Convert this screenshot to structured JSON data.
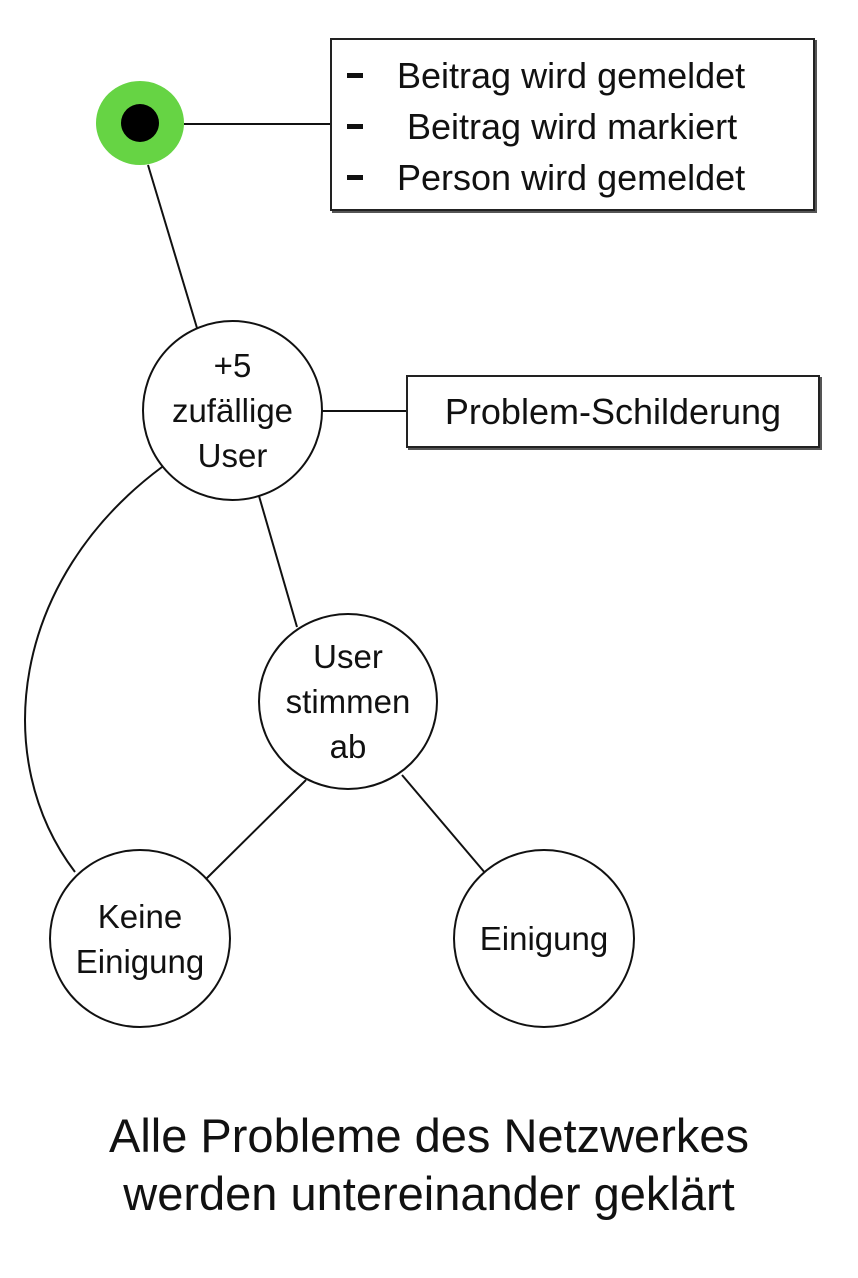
{
  "colors": {
    "start_ring": "#66d444",
    "start_dot": "#000000",
    "stroke": "#111111"
  },
  "start_node": {
    "icon": "start-marker-icon"
  },
  "triggers": [
    "Beitrag wird gemeldet",
    "Beitrag wird markiert",
    "Person wird gemeldet"
  ],
  "nodes": {
    "random_users": [
      "+5",
      "zufällige",
      "User"
    ],
    "users_vote": [
      "User",
      "stimmen",
      "ab"
    ],
    "no_agreement": [
      "Keine",
      "Einigung"
    ],
    "agreement": [
      "Einigung"
    ]
  },
  "problem_label": "Problem-Schilderung",
  "caption": {
    "line1": "Alle Probleme des Netzwerkes",
    "line2": "werden untereinander geklärt"
  }
}
